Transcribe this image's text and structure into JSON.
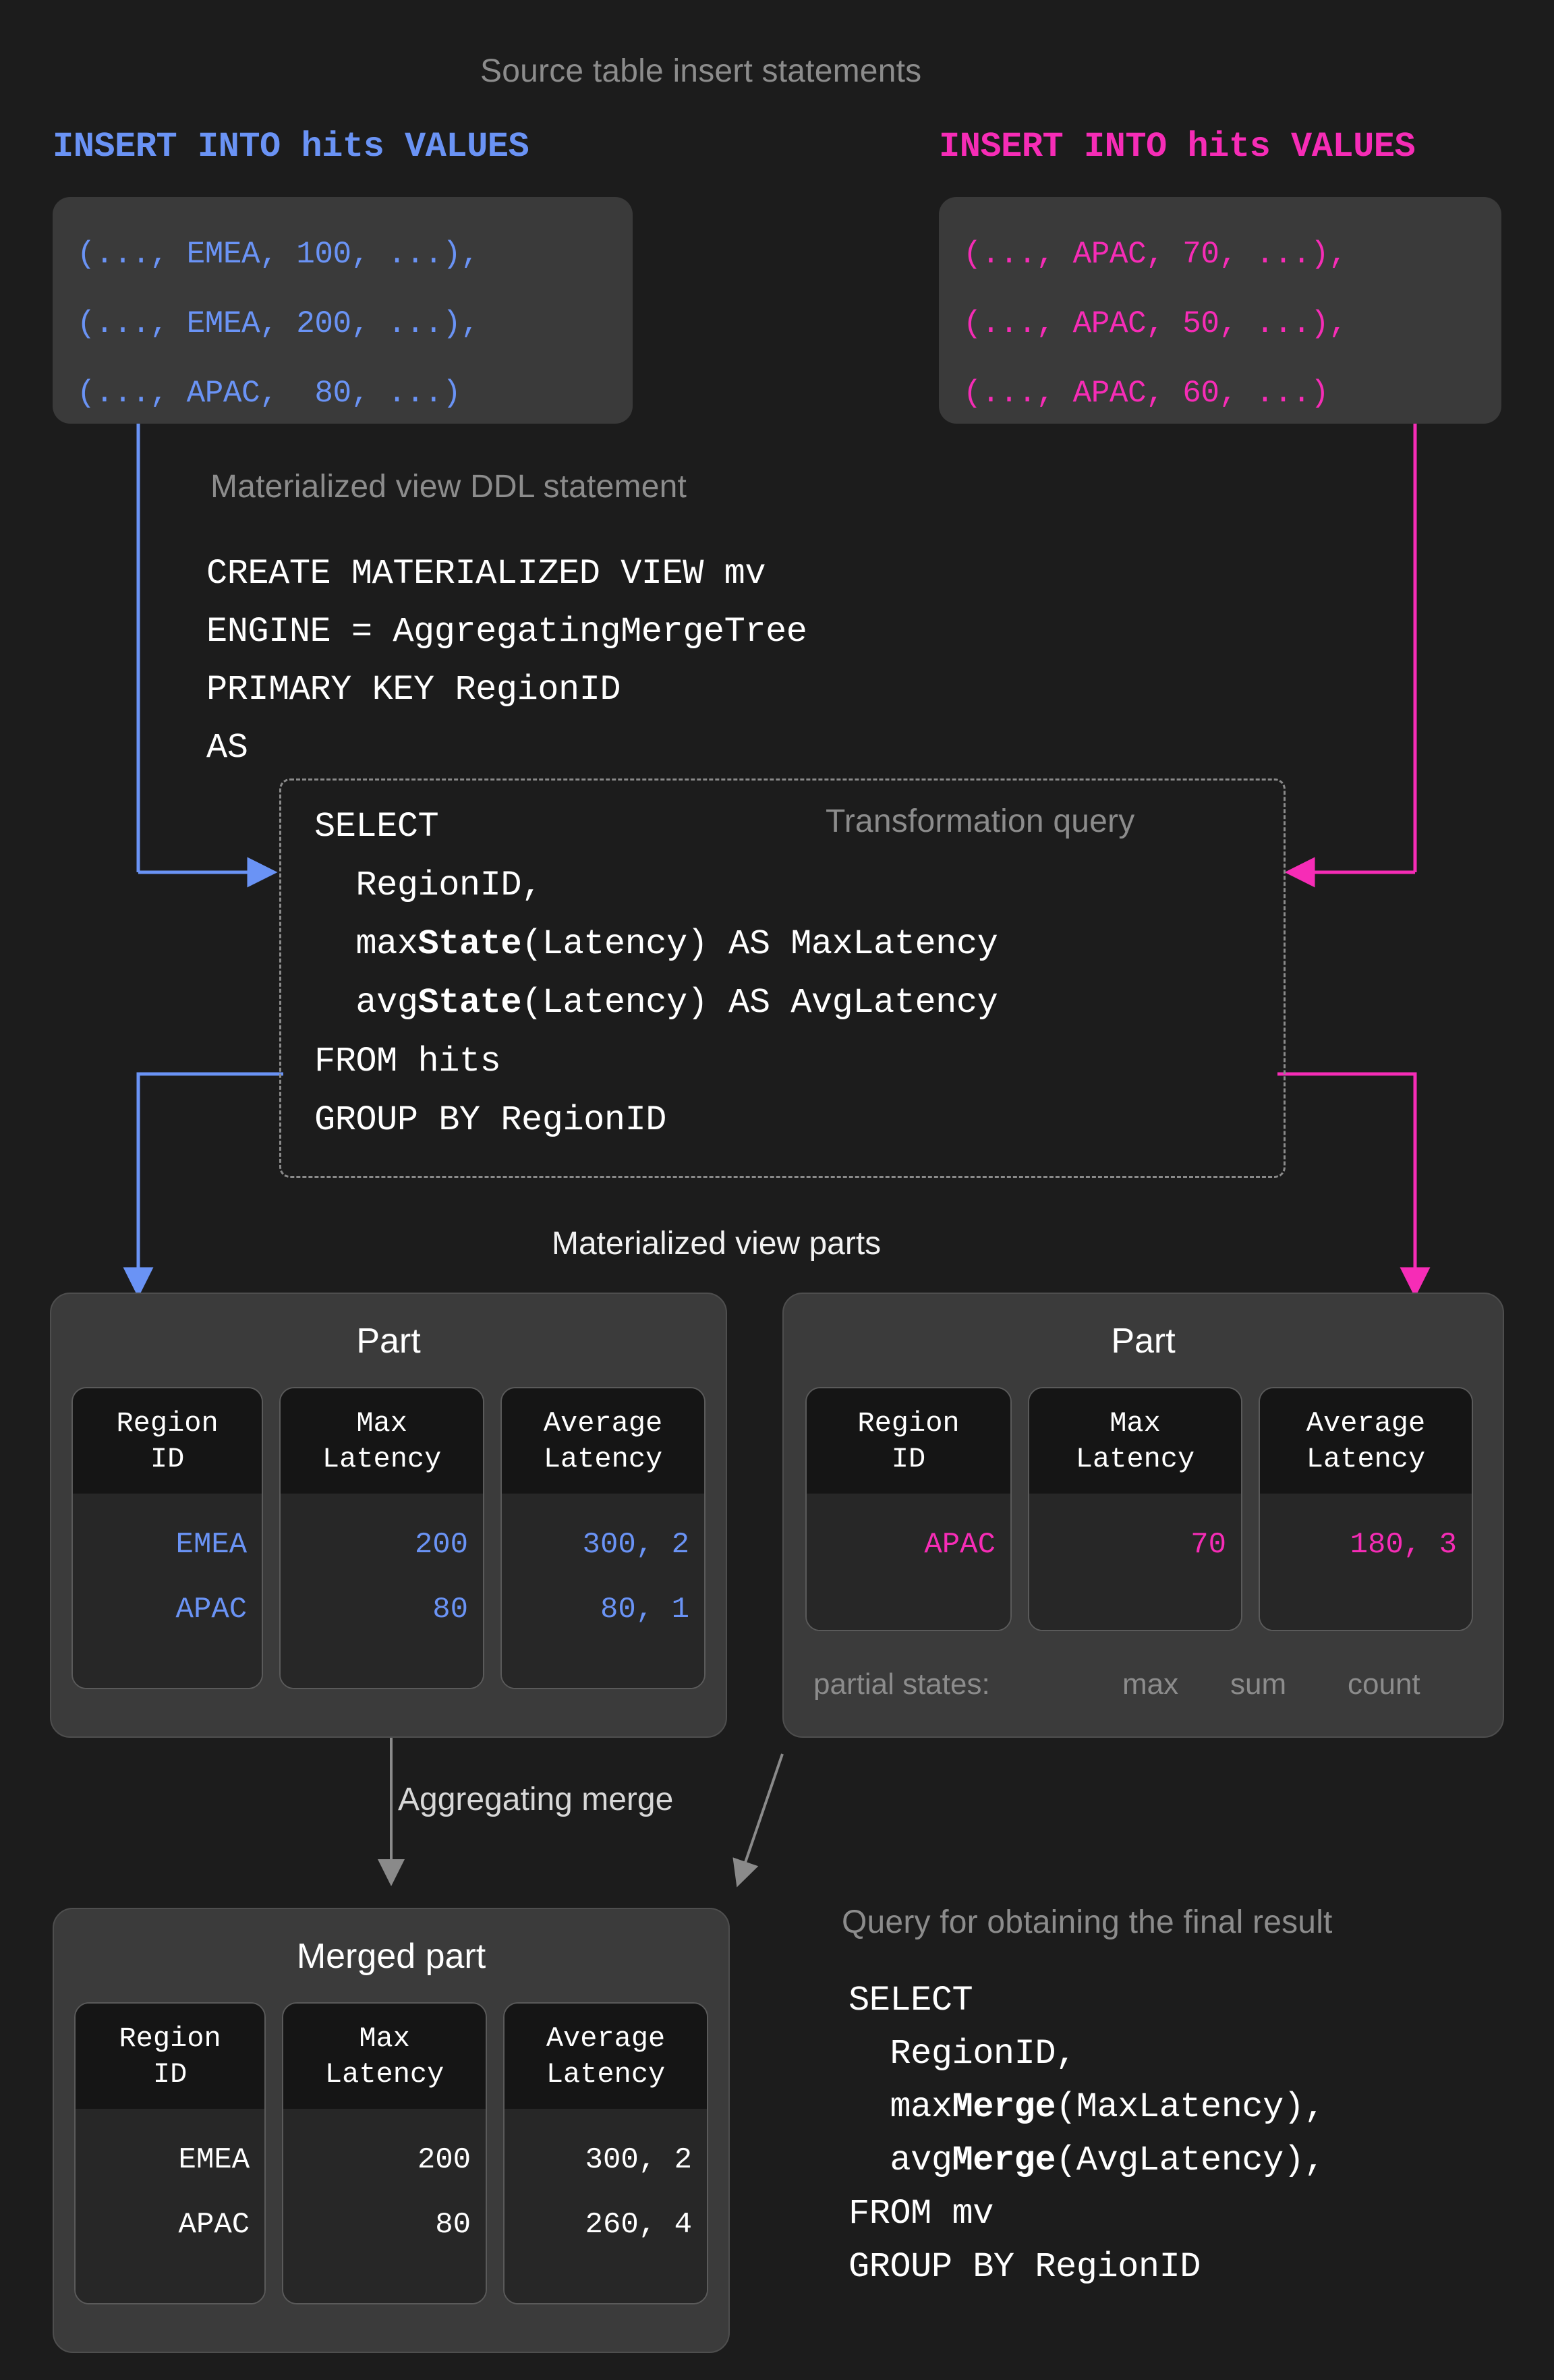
{
  "colors": {
    "background": "#1c1c1c",
    "blue": "#6a93f5",
    "pink": "#f62cb6",
    "caption_gray": "#8c8c8c",
    "card": "#3a3a3a",
    "part": "#3b3b3b",
    "column_header": "#151515",
    "column_body": "#272727"
  },
  "source_section": {
    "caption": "Source table insert statements",
    "left": {
      "header": "INSERT INTO hits VALUES",
      "color": "#6a93f5",
      "lines": [
        "(..., EMEA, 100, ...),",
        "(..., EMEA, 200, ...),",
        "(..., APAC,  80, ...)"
      ]
    },
    "right": {
      "header": "INSERT INTO hits VALUES",
      "color": "#f62cb6",
      "lines": [
        "(..., APAC, 70, ...),",
        "(..., APAC, 50, ...),",
        "(..., APAC, 60, ...)"
      ]
    }
  },
  "ddl_section": {
    "caption": "Materialized view DDL statement",
    "lines": [
      "CREATE MATERIALIZED VIEW mv",
      "ENGINE = AggregatingMergeTree",
      "PRIMARY KEY RegionID",
      "AS"
    ]
  },
  "transformation_query": {
    "caption": "Transformation query",
    "lines": [
      {
        "pre": "SELECT",
        "bold": "",
        "post": ""
      },
      {
        "pre": "  RegionID,",
        "bold": "",
        "post": ""
      },
      {
        "pre": "  max",
        "bold": "State",
        "post": "(Latency) AS MaxLatency"
      },
      {
        "pre": "  avg",
        "bold": "State",
        "post": "(Latency) AS AvgLatency"
      },
      {
        "pre": "FROM hits",
        "bold": "",
        "post": ""
      },
      {
        "pre": "GROUP BY RegionID",
        "bold": "",
        "post": ""
      }
    ]
  },
  "mv_parts": {
    "caption": "Materialized view parts",
    "columns": [
      "Region\nID",
      "Max\nLatency",
      "Average\nLatency"
    ],
    "left_part": {
      "title": "Part",
      "color": "#6a93f5",
      "rows": [
        [
          "EMEA",
          "200",
          "300, 2"
        ],
        [
          "APAC",
          "80",
          "80, 1"
        ]
      ]
    },
    "right_part": {
      "title": "Part",
      "color": "#f62cb6",
      "rows": [
        [
          "APAC",
          "70",
          "180, 3"
        ]
      ],
      "partial_states": {
        "label": "partial states:",
        "annotations": [
          "max",
          "sum",
          "count"
        ]
      }
    }
  },
  "merge": {
    "label": "Aggregating merge"
  },
  "merged_part": {
    "title": "Merged part",
    "columns": [
      "Region\nID",
      "Max\nLatency",
      "Average\nLatency"
    ],
    "rows": [
      [
        "EMEA",
        "200",
        "300, 2"
      ],
      [
        "APAC",
        "80",
        "260, 4"
      ]
    ]
  },
  "final_query": {
    "caption": "Query for obtaining the final result",
    "lines": [
      {
        "pre": "SELECT",
        "bold": "",
        "post": ""
      },
      {
        "pre": "  RegionID,",
        "bold": "",
        "post": ""
      },
      {
        "pre": "  max",
        "bold": "Merge",
        "post": "(MaxLatency),"
      },
      {
        "pre": "  avg",
        "bold": "Merge",
        "post": "(AvgLatency),"
      },
      {
        "pre": "FROM mv",
        "bold": "",
        "post": ""
      },
      {
        "pre": "GROUP BY RegionID",
        "bold": "",
        "post": ""
      }
    ]
  }
}
